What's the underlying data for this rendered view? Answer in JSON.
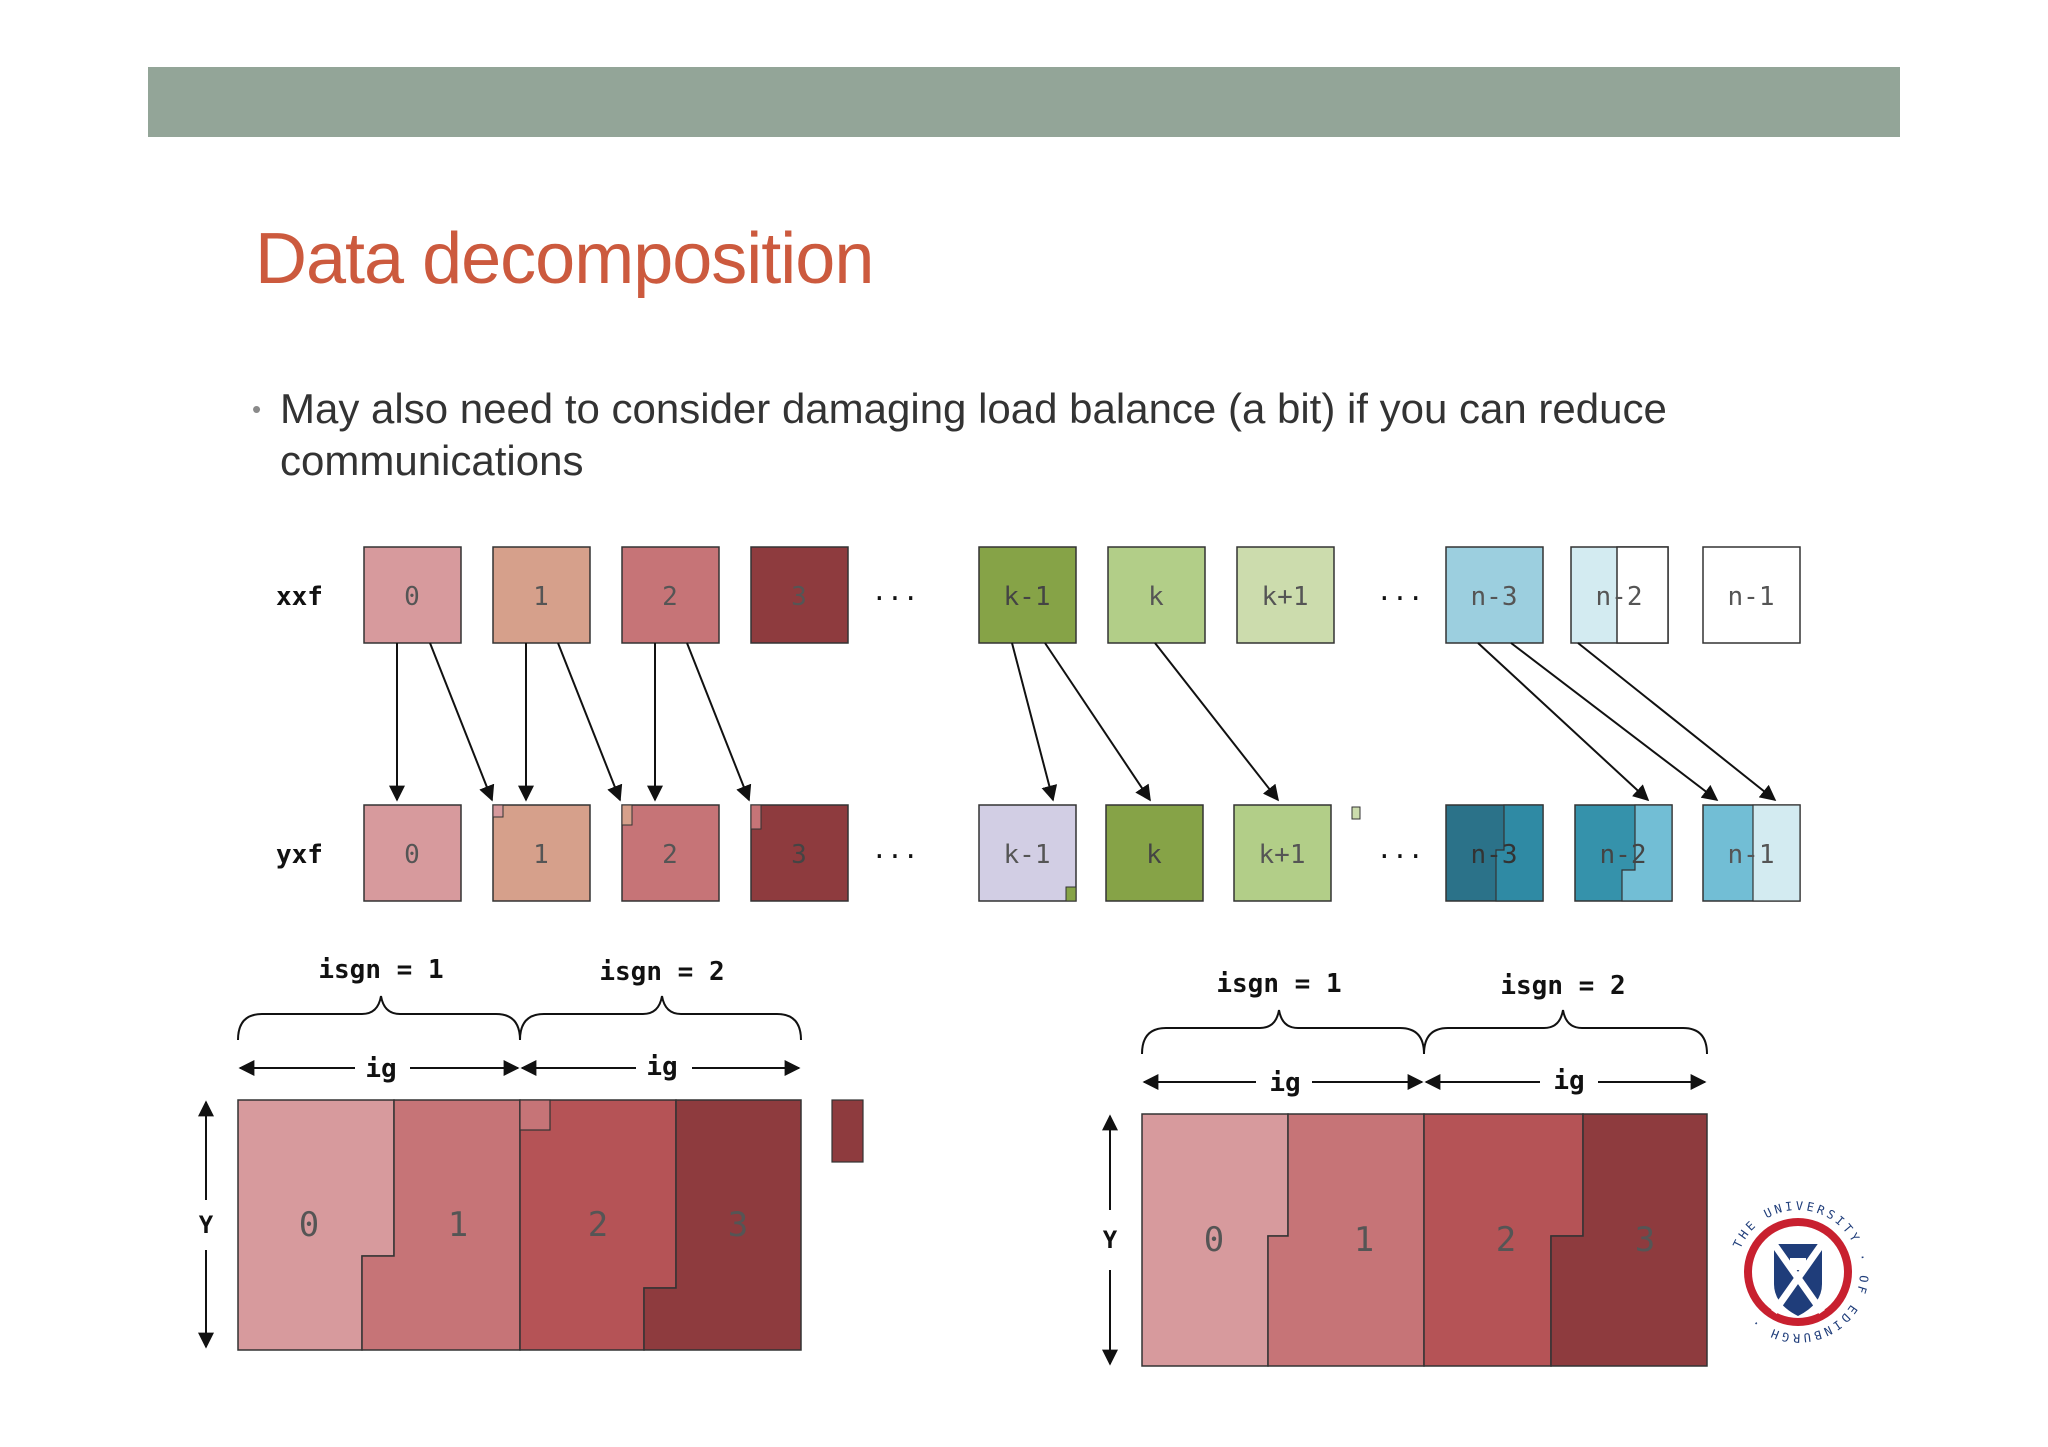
{
  "slide": {
    "title": "Data decomposition",
    "bullet": "May also need to consider damaging load balance (a bit) if you can reduce communications"
  },
  "diagram": {
    "row_labels": {
      "xxf": "xxf",
      "yxf": "yxf"
    },
    "ellipsis": "...",
    "xxf_boxes": [
      {
        "label": "0",
        "color": "#d79a9d"
      },
      {
        "label": "1",
        "color": "#d6a08b"
      },
      {
        "label": "2",
        "color": "#c67477"
      },
      {
        "label": "3",
        "color": "#8e3b3e"
      },
      {
        "label": "k-1",
        "color": "#86a347"
      },
      {
        "label": "k",
        "color": "#b2ce88"
      },
      {
        "label": "k+1",
        "color": "#ccdcad"
      },
      {
        "label": "n-3",
        "color": "#9ccfdf"
      },
      {
        "label": "n-2",
        "color": "#d3ebf1"
      },
      {
        "label": "n-1",
        "color": "#ffffff"
      }
    ],
    "yxf_boxes": [
      {
        "label": "0",
        "color": "#d79a9d"
      },
      {
        "label": "1",
        "color": "#d6a08b"
      },
      {
        "label": "2",
        "color": "#c67477"
      },
      {
        "label": "3",
        "color": "#8e3b3e"
      },
      {
        "label": "k-1",
        "color": "#d2cee4"
      },
      {
        "label": "k",
        "color": "#86a347"
      },
      {
        "label": "k+1",
        "color": "#b2ce88"
      },
      {
        "label": "n-3",
        "color": "#2b7289"
      },
      {
        "label": "n-2",
        "color": "#3592ab"
      },
      {
        "label": "n-1",
        "color": "#72bed5"
      }
    ],
    "left_panel": {
      "brace_labels": [
        "isgn = 1",
        "isgn = 2"
      ],
      "ig_labels": [
        "ig",
        "ig"
      ],
      "y_label": "Y",
      "blocks": [
        "0",
        "1",
        "2",
        "3"
      ]
    },
    "right_panel": {
      "brace_labels": [
        "isgn = 1",
        "isgn = 2"
      ],
      "ig_labels": [
        "ig",
        "ig"
      ],
      "y_label": "Y",
      "blocks": [
        "0",
        "1",
        "2",
        "3"
      ]
    }
  },
  "colors": {
    "title": "#cc5a3e",
    "top_band": "#93a598",
    "block_0": "#d79a9d",
    "block_1": "#c67477",
    "block_2": "#b55356",
    "block_3": "#8e3b3e"
  },
  "logo": {
    "name": "university-crest",
    "text": "THE UNIVERSITY OF EDINBURGH"
  }
}
